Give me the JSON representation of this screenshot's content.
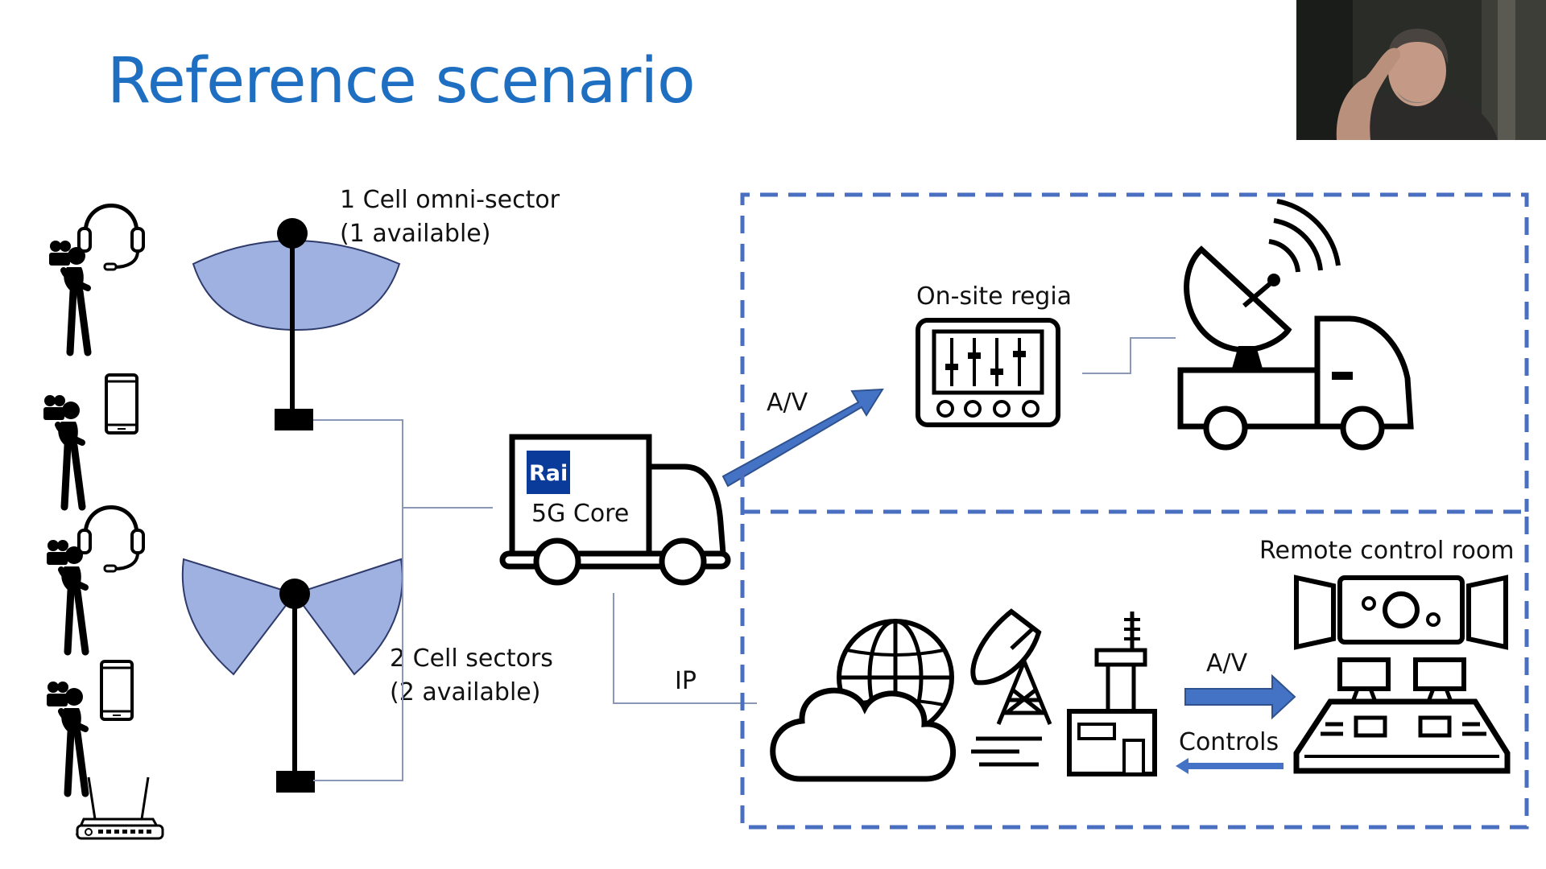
{
  "slide": {
    "title": "Reference scenario"
  },
  "labels": {
    "omni_line1": "1 Cell omni-sector",
    "omni_line2": "(1 available)",
    "sectors_line1": "2 Cell sectors",
    "sectors_line2": "(2 available)",
    "truck_logo": "Rai",
    "truck_label": "5G Core",
    "av_upper": "A/V",
    "onsite": "On-site regia",
    "remote": "Remote control room",
    "ip": "IP",
    "av_lower": "A/V",
    "controls": "Controls"
  },
  "colors": {
    "title": "#1e6fc1",
    "accent_arrow": "#4472c4",
    "dashed_box": "#4a6fc0",
    "sector_fill": "#9fb1e0",
    "logo_bg": "#0a3a9a",
    "connector": "#8a97b8"
  },
  "video": {
    "icon": "webcam-participant"
  }
}
